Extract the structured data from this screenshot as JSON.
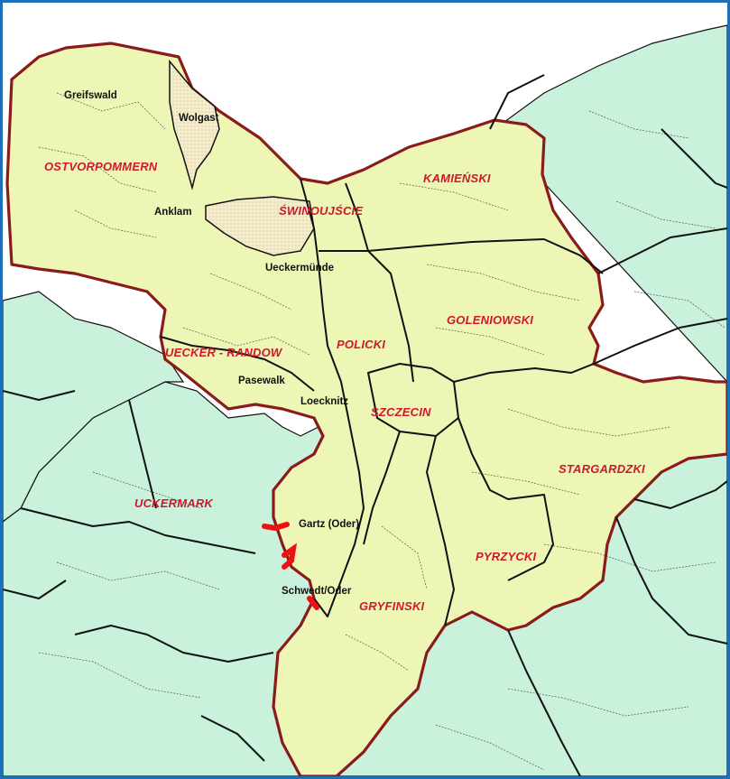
{
  "colors": {
    "frame": "#1c6fb8",
    "outside_fill": "#c9f1dc",
    "region_fill": "#eef6b6",
    "hatched_fill": "#f5eccb",
    "border_red": "#8b1a1a",
    "line_black": "#111111",
    "red_marks": "#ee1111",
    "region_label": "#d0182c"
  },
  "regions": {
    "ostvorpommern": "OSTVORPOMMERN",
    "kamienski": "KAMIEŃSKI",
    "swinoujscie": "ŚWINOUJŚCIE",
    "goleniowski": "GOLENIOWSKI",
    "policki": "POLICKI",
    "uecker_randow": "UECKER - RANDOW",
    "szczecin": "SZCZECIN",
    "stargardzki": "STARGARDZKI",
    "uckermark": "UCKERMARK",
    "pyrzycki": "PYRZYCKI",
    "gryfinski": "GRYFINSKI"
  },
  "towns": {
    "greifswald": "Greifswald",
    "wolgast": "Wolgast",
    "anklam": "Anklam",
    "ueckermunde": "Ueckermünde",
    "pasewalk": "Pasewalk",
    "loecknitz": "Loecknitz",
    "gartz": "Gartz (Oder)",
    "schwedt": "Schwedt/Oder"
  }
}
